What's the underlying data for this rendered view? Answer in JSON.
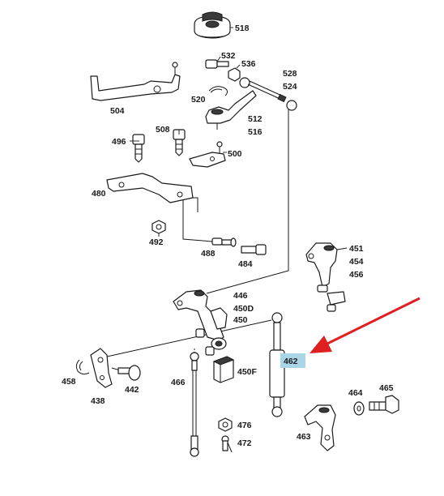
{
  "diagram": {
    "labels": {
      "l518": "518",
      "l532": "532",
      "l536": "536",
      "l528": "528",
      "l524": "524",
      "l504": "504",
      "l520": "520",
      "l512": "512",
      "l516": "516",
      "l496": "496",
      "l508": "508",
      "l500": "500",
      "l480": "480",
      "l492": "492",
      "l488": "488",
      "l484": "484",
      "l451": "451",
      "l454": "454",
      "l456": "456",
      "l446": "446",
      "l450D": "450D",
      "l450": "450",
      "l462": "462",
      "l458": "458",
      "l442": "442",
      "l438": "438",
      "l466": "466",
      "l450F": "450F",
      "l476": "476",
      "l472": "472",
      "l464": "464",
      "l465": "465",
      "l463": "463"
    },
    "colors": {
      "line": "#1a1a1a",
      "highlight": "#a9d6e6",
      "arrow": "#e02020"
    }
  }
}
